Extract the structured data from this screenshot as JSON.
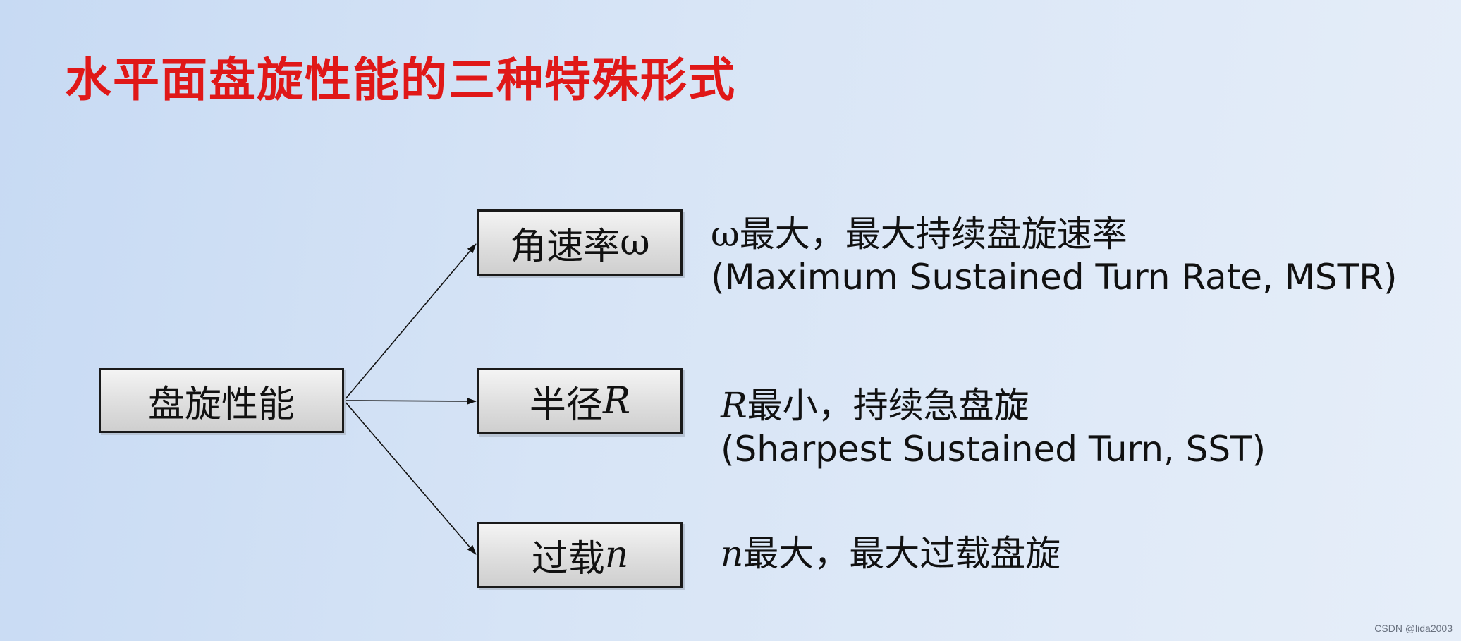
{
  "title": "水平面盘旋性能的三种特殊形式",
  "root": {
    "label": "盘旋性能"
  },
  "branches": [
    {
      "label_text": "角速率",
      "label_var": "ω",
      "line1_var": "ω",
      "line1_text": "最大，最大持续盘旋速率",
      "line2": "(Maximum Sustained Turn Rate, MSTR)"
    },
    {
      "label_text": "半径",
      "label_var": "R",
      "line1_var": "R",
      "line1_text": "最小，持续急盘旋",
      "line2": "(Sharpest Sustained Turn, SST)"
    },
    {
      "label_text": "过载",
      "label_var": "n",
      "line1_var": "n",
      "line1_text": "最大，最大过载盘旋"
    }
  ],
  "watermark": "CSDN @lida2003"
}
